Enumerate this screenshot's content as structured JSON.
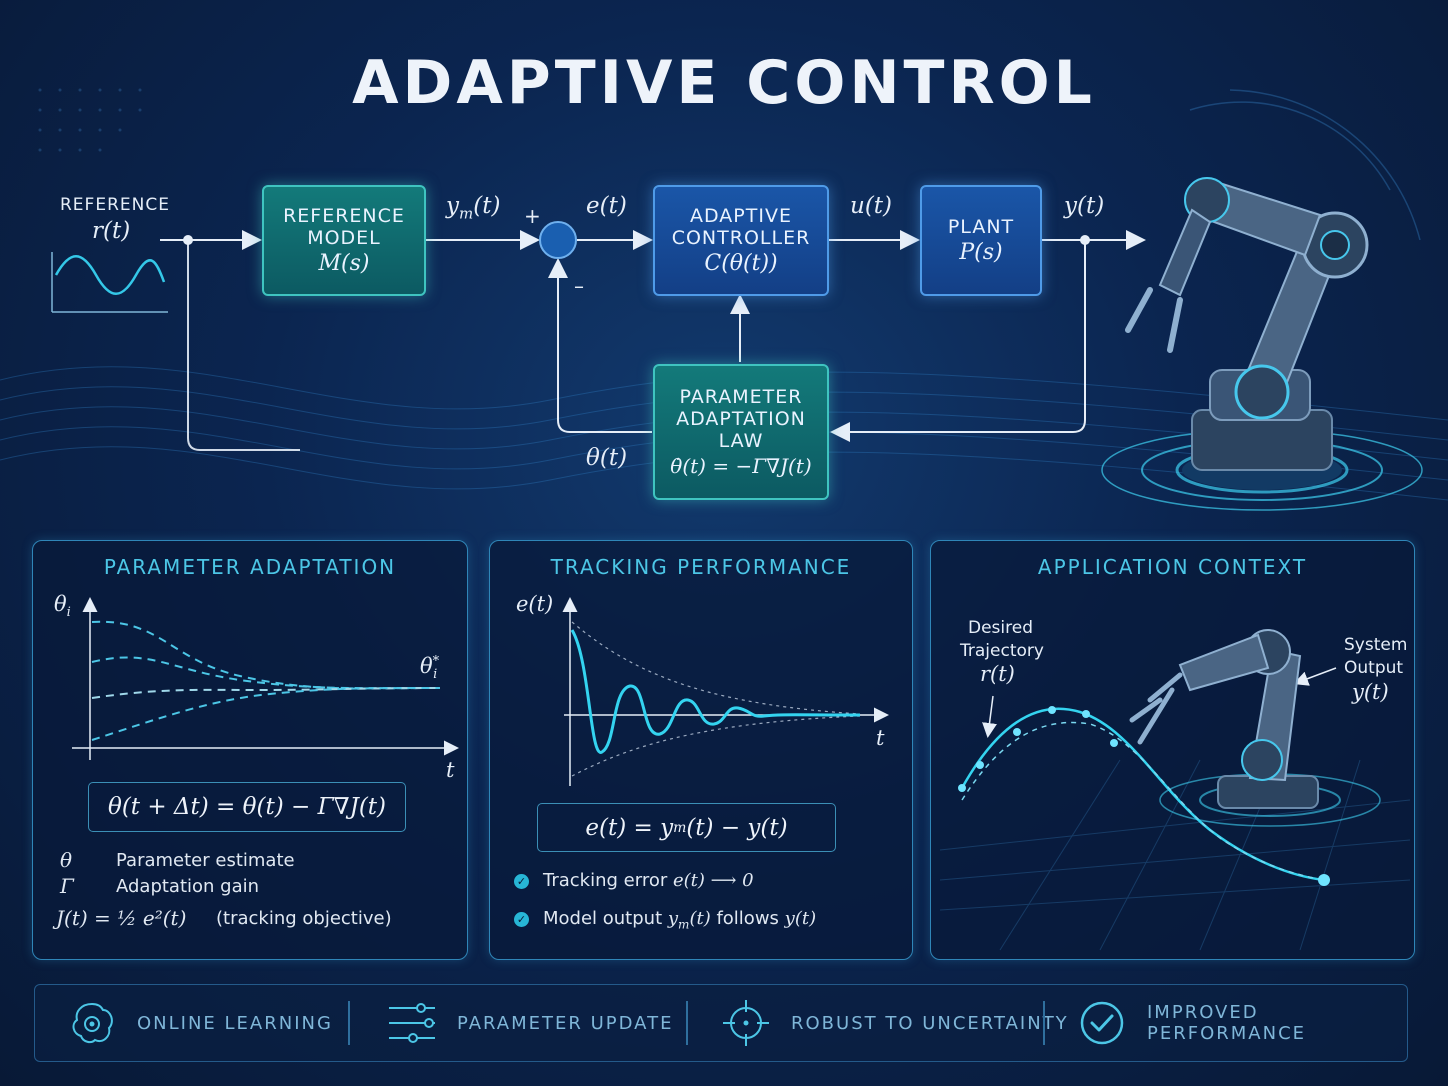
{
  "title": "ADAPTIVE CONTROL",
  "colors": {
    "teal_accent": "#3fc4c0",
    "blue_accent": "#4f9be8",
    "cyan": "#4cc6e6",
    "background": "#0a1a36"
  },
  "diagram": {
    "reference_label": "REFERENCE",
    "reference_signal": "r(t)",
    "reference_model": {
      "line1": "REFERENCE",
      "line2": "MODEL",
      "math": "M(s)"
    },
    "ym_label": "y",
    "ym_sub": "m",
    "ym_arg": "(t)",
    "plus": "+",
    "minus": "–",
    "error_label": "e(t)",
    "controller": {
      "line1": "ADAPTIVE",
      "line2": "CONTROLLER",
      "math": "C(θ(t))"
    },
    "u_label": "u(t)",
    "plant": {
      "line1": "PLANT",
      "math": "P(s)"
    },
    "y_label": "y(t)",
    "theta_label": "θ(t)",
    "adaptation": {
      "line1": "PARAMETER",
      "line2": "ADAPTATION",
      "line3": "LAW",
      "math": "θ̇(t) = −Γ∇J(t)"
    }
  },
  "panels": {
    "parameter": {
      "title": "PARAMETER ADAPTATION",
      "y_axis": "θ",
      "y_axis_sub": "i",
      "x_axis": "t",
      "target": "θ",
      "target_sup": "*",
      "target_sub": "i",
      "equation": "θ(t + Δt) = θ(t) − Γ∇J(t)",
      "legend": [
        {
          "symbol": "θ",
          "text": "Parameter estimate"
        },
        {
          "symbol": "Γ",
          "text": "Adaptation gain"
        },
        {
          "symbol": "J(t) = ½ e²(t)",
          "text": "(tracking objective)"
        }
      ]
    },
    "tracking": {
      "title": "TRACKING PERFORMANCE",
      "y_axis": "e(t)",
      "x_axis": "t",
      "equation": "e(t) = y",
      "equation_sub": "m",
      "equation_rest": "(t) − y(t)",
      "bullets": [
        {
          "text": "Tracking error",
          "math": "e(t) ⟶ 0"
        },
        {
          "text": "Model output",
          "math": "y",
          "sub": "m",
          "math_rest": "(t)",
          "text2": "follows",
          "math2": "y(t)"
        }
      ]
    },
    "application": {
      "title": "APPLICATION CONTEXT",
      "desired_line1": "Desired",
      "desired_line2": "Trajectory",
      "desired_math": "r(t)",
      "output_line1": "System",
      "output_line2": "Output",
      "output_math": "y(t)"
    }
  },
  "footer": [
    {
      "icon": "brain-gear-icon",
      "label": "ONLINE LEARNING"
    },
    {
      "icon": "sliders-icon",
      "label": "PARAMETER UPDATE"
    },
    {
      "icon": "crosshair-icon",
      "label": "ROBUST TO UNCERTAINTY"
    },
    {
      "icon": "check-circle-icon",
      "label": "IMPROVED PERFORMANCE"
    }
  ]
}
